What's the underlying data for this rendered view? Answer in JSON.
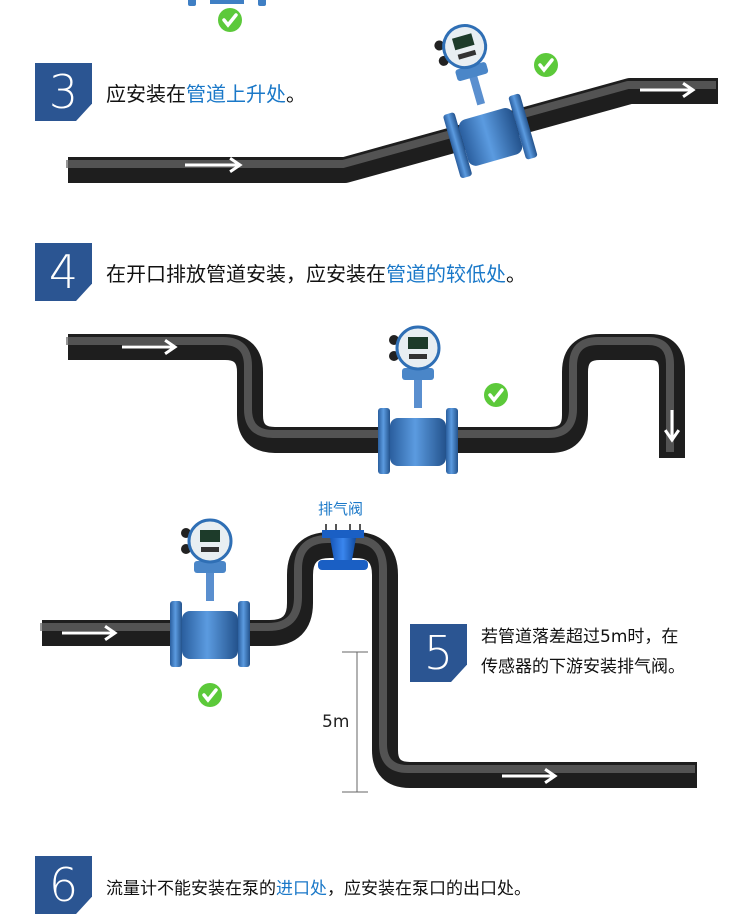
{
  "steps": [
    {
      "number": "3",
      "text_before": "应安装在",
      "highlight": "管道上升处",
      "text_after": "。"
    },
    {
      "number": "4",
      "text_before": "在开口排放管道安装，应安装在",
      "highlight": "管道的较低处",
      "text_after": "。"
    },
    {
      "number": "5",
      "line1": "若管道落差超过5m时，在",
      "line2": "传感器的下游安装排气阀。",
      "valve_label": "排气阀",
      "height_label": "5m"
    },
    {
      "number": "6",
      "text_before": "流量计不能安装在泵的",
      "highlight": "进口处",
      "text_after": "，应安装在泵口的出口处。"
    }
  ],
  "colors": {
    "badge": "#2b5592",
    "highlight": "#1a78c8",
    "check": "#5cc93a",
    "meter": "#3f7fc4",
    "pipe": "#1e1e1e"
  },
  "icons": [
    "check-icon",
    "arrow-icon",
    "flowmeter",
    "air-valve"
  ]
}
